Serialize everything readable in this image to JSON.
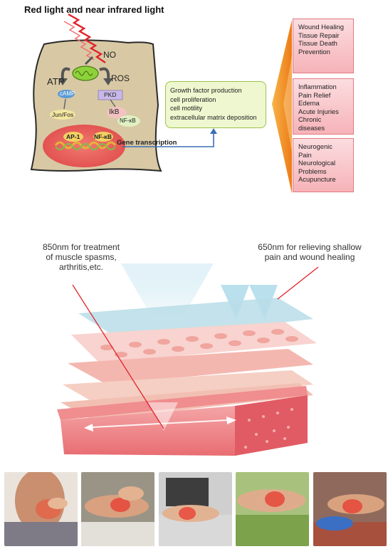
{
  "title": "Red light and near infrared light",
  "cell": {
    "no": "NO",
    "ros": "ROS",
    "atp": "ATP",
    "camp": "cAMP",
    "jun_fos": "Jun/Fos",
    "pkd": "PKD",
    "ikb": "IkB",
    "nfkb": "NF-κB",
    "ap1": "AP-1",
    "nfkb2": "NF-κB",
    "gene": "Gene transcription"
  },
  "outcomes": [
    "Growth factor production",
    "cell proliferation",
    "cell motility",
    "extracellular matrix deposition"
  ],
  "indications": [
    [
      "Wound Healing",
      "Tissue Repair",
      "Tissue Death",
      "Prevention"
    ],
    [
      "Inflammation",
      "Pain Relief",
      "Edema",
      "Acute Injuries",
      "Chronic",
      "diseases"
    ],
    [
      "Neurogenic",
      "Pain",
      "Neurological",
      "Problems",
      "Acupuncture"
    ]
  ],
  "label_850": [
    "850nm for treatment",
    "of muscle spasms,",
    "arthritis,etc."
  ],
  "label_650": [
    "650nm for relieving shallow",
    "pain and wound healing"
  ],
  "colors": {
    "accent_red": "#e0242b",
    "cell_fill": "#d8c9a4",
    "nucleus": "#e85a5a",
    "box_green": "#eef7cf",
    "box_pink": "#f6b3b8",
    "arrow_orange": "#f0901e"
  }
}
